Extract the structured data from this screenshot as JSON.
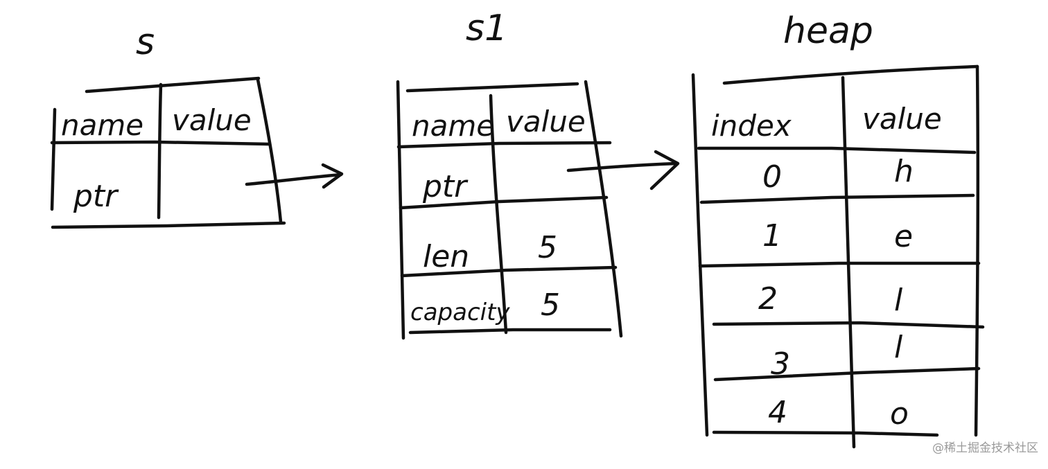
{
  "tables": {
    "s": {
      "title": "s",
      "headers": [
        "name",
        "value"
      ],
      "rows": [
        [
          "ptr",
          ""
        ]
      ]
    },
    "s1": {
      "title": "s1",
      "headers": [
        "name",
        "value"
      ],
      "rows": [
        [
          "ptr",
          ""
        ],
        [
          "len",
          "5"
        ],
        [
          "capacity",
          "5"
        ]
      ]
    },
    "heap": {
      "title": "heap",
      "headers": [
        "index",
        "value"
      ],
      "rows": [
        [
          "0",
          "h"
        ],
        [
          "1",
          "e"
        ],
        [
          "2",
          "l"
        ],
        [
          "3",
          "l"
        ],
        [
          "4",
          "o"
        ]
      ]
    }
  },
  "watermark": "@稀土掘金技术社区"
}
